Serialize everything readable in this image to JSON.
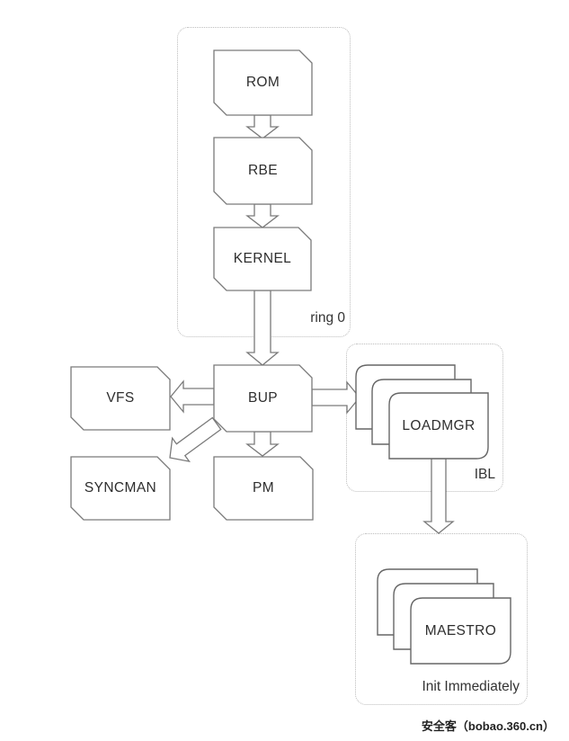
{
  "diagram": {
    "nodes": {
      "rom": "ROM",
      "rbe": "RBE",
      "kernel": "KERNEL",
      "bup": "BUP",
      "vfs": "VFS",
      "syncman": "SYNCMAN",
      "pm": "PM",
      "loadmgr": "LOADMGR",
      "maestro": "MAESTRO"
    },
    "groups": {
      "ring0": {
        "label": "ring 0"
      },
      "ibl": {
        "label": "IBL"
      },
      "init": {
        "label": "Init Immediately"
      }
    },
    "edges": [
      {
        "from": "ROM",
        "to": "RBE"
      },
      {
        "from": "RBE",
        "to": "KERNEL"
      },
      {
        "from": "KERNEL",
        "to": "BUP"
      },
      {
        "from": "BUP",
        "to": "VFS"
      },
      {
        "from": "BUP",
        "to": "SYNCMAN"
      },
      {
        "from": "BUP",
        "to": "PM"
      },
      {
        "from": "BUP",
        "to": "LOADMGR"
      },
      {
        "from": "LOADMGR",
        "to": "MAESTRO"
      }
    ],
    "node_styles": {
      "process_shape": "rectangle with beveled top-right and bottom-left corners",
      "stack_shape": "stack of three cards, rounded top-left and bottom-right corners"
    },
    "watermark": "安全客（bobao.360.cn）",
    "colors": {
      "background": "#ffffff",
      "node_border": "#7a7a7a",
      "node_fill": "#ffffff",
      "card_border": "#666666",
      "text": "#2e2e2e",
      "group_border": "#bdbdbd",
      "watermark_text": "#222222"
    }
  }
}
